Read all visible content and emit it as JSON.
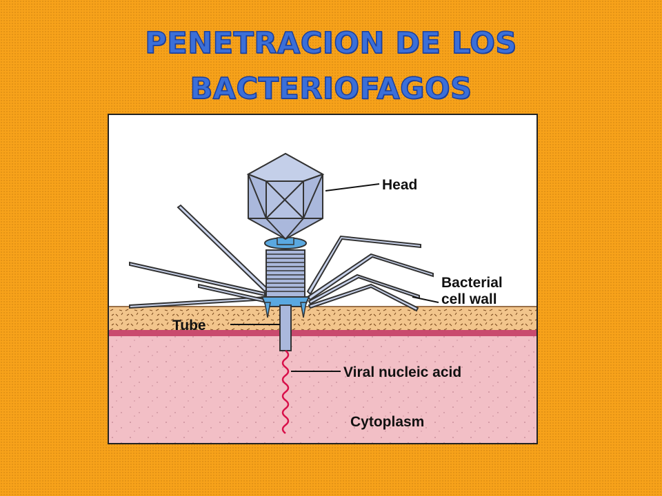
{
  "title": {
    "line1": "PENETRACION DE LOS",
    "line2": "BACTERIOFAGOS"
  },
  "diagram": {
    "labels": {
      "head": "Head",
      "cell_wall_line1": "Bacterial",
      "cell_wall_line2": "cell wall",
      "tube": "Tube",
      "nucleic_acid": "Viral nucleic acid",
      "cytoplasm": "Cytoplasm"
    },
    "colors": {
      "background": "#f7a21a",
      "title": "#3b6fd8",
      "phage_fill": "#aab8dc",
      "collar_fill": "#5aa8e0",
      "cell_wall": "#f2c58c",
      "membrane": "#c94a6e",
      "cytoplasm": "#f2bfc6",
      "nucleic_acid": "#d8104a"
    }
  }
}
